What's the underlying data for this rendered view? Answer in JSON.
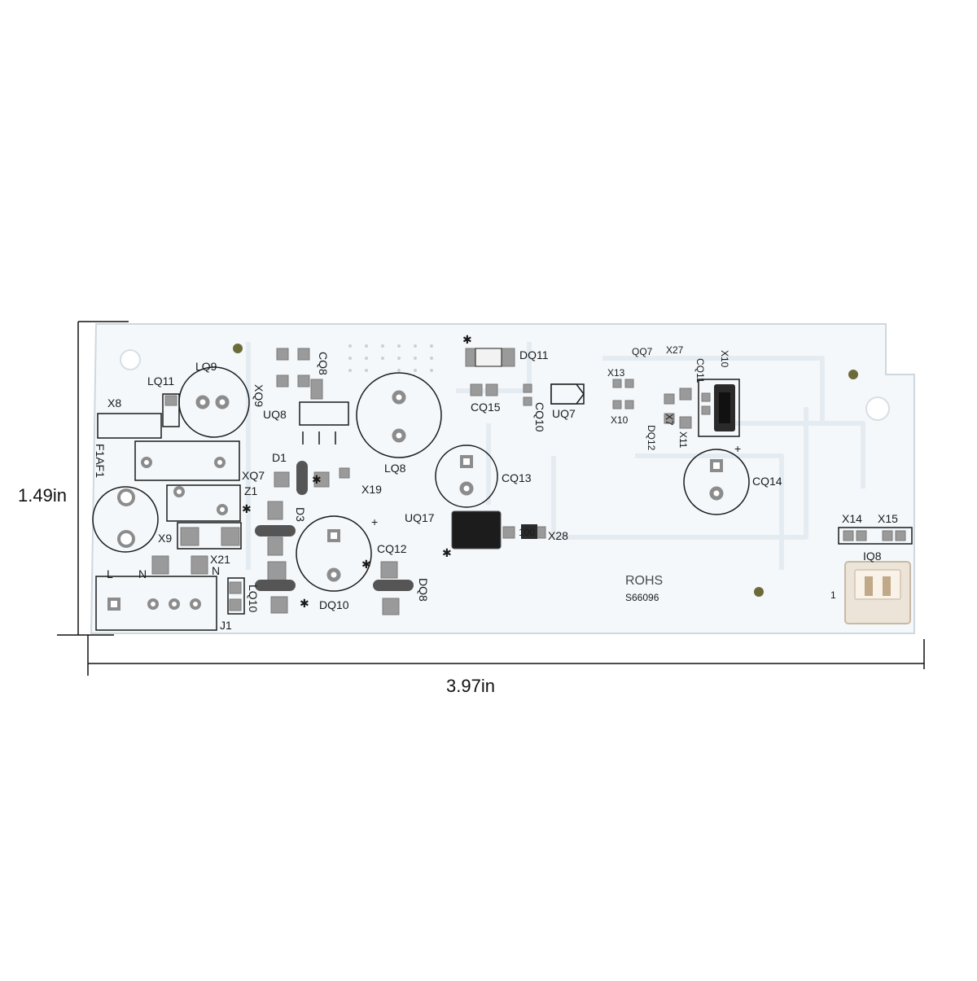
{
  "dimensions": {
    "height_label": "1.49in",
    "width_label": "3.97in"
  },
  "board": {
    "rohs_label": "ROHS",
    "part_number": "S66096",
    "resistor_value": "100",
    "connector_pin_label": "1",
    "silkscreen": {
      "lq9": "LQ9",
      "lq11": "LQ11",
      "x8": "X8",
      "f1af1": "F1AF1",
      "xq9": "XQ9",
      "cq8": "CQ8",
      "uq8": "UQ8",
      "d1": "D1",
      "xq7": "XQ7",
      "x19": "X19",
      "z1": "Z1",
      "d3": "D3",
      "x9": "X9",
      "x21": "X21",
      "l": "L",
      "n": "N",
      "n2": "N",
      "j1": "J1",
      "lq10": "LQ10",
      "lq8": "LQ8",
      "dq10": "DQ10",
      "cq12": "CQ12",
      "dq8": "DQ8",
      "cq13": "CQ13",
      "uq17": "UQ17",
      "x28": "X28",
      "dq11": "DQ11",
      "cq15": "CQ15",
      "cq10": "CQ10",
      "uq7": "UQ7",
      "qq7": "QQ7",
      "x27": "X27",
      "x13": "X13",
      "x10a": "X10",
      "x10b": "X10",
      "cq11": "CQ11",
      "x7": "X7",
      "x11": "X11",
      "dq12": "DQ12",
      "cq14": "CQ14",
      "x14": "X14",
      "x15": "X15",
      "iq8": "IQ8"
    }
  },
  "colors": {
    "board_fill": "#f4f8fb",
    "trace": "#e6eef4",
    "pad": "#8c8c8c",
    "silkscreen": "#1a1a1a"
  }
}
